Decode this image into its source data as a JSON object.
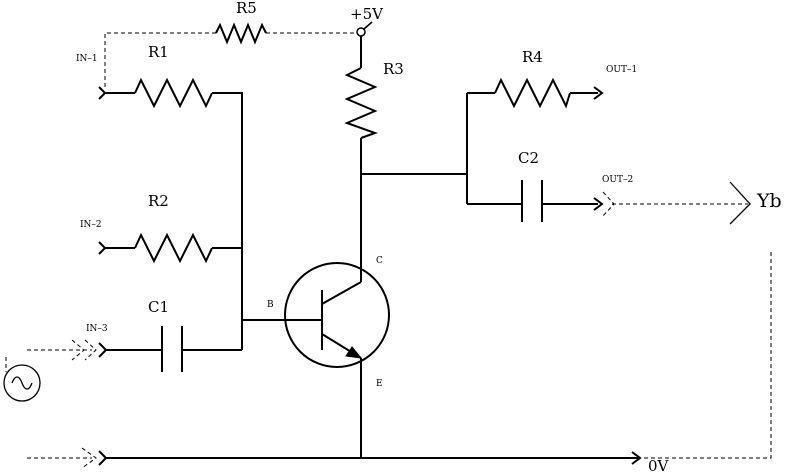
{
  "labels": {
    "r1": "R1",
    "r2": "R2",
    "r3": "R3",
    "r4": "R4",
    "r5": "R5",
    "c1": "C1",
    "c2": "C2",
    "supply": "+5V",
    "ground": "0V",
    "in1": "IN–1",
    "in2": "IN–2",
    "in3": "IN–3",
    "out1": "OUT–1",
    "out2": "OUT–2",
    "yb": "Yb",
    "base": "B",
    "collector": "C",
    "emitter": "E"
  },
  "icons": {
    "ac_source": "ac-source-icon"
  }
}
